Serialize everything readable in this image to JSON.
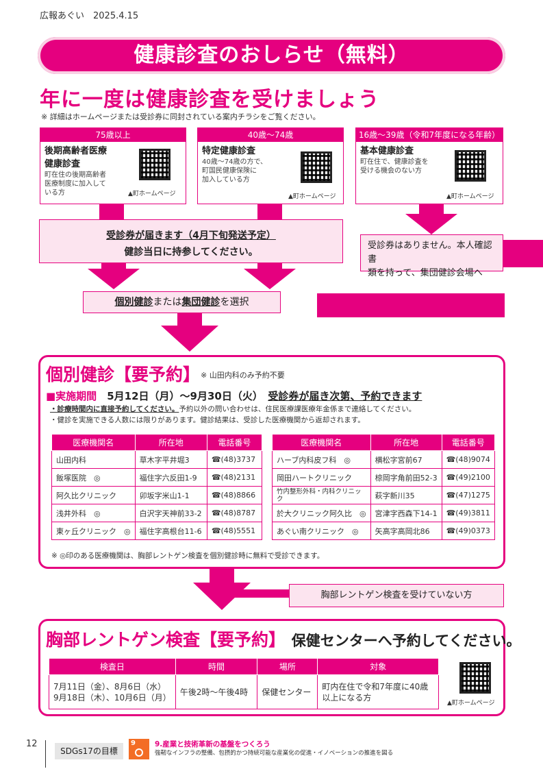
{
  "header": {
    "date": "広報あぐい　2025.4.15"
  },
  "title": "健康診査のおしらせ（無料）",
  "headline": "年に一度は健康診査を受けましょう",
  "note_top": "※ 詳細はホームページまたは受診券に同封されている案内チラシをご覧ください。",
  "age_groups": [
    {
      "head": "75歳以上",
      "title1": "後期高齢者医療",
      "title2": "健康診査",
      "desc": [
        "町在住の後期高齢者",
        "医療制度に加入して",
        "いる方"
      ],
      "qr_caption": "▲町ホームページ"
    },
    {
      "head": "40歳～74歳",
      "title1": "特定健康診査",
      "title2": "",
      "desc": [
        "40歳～74歳の方で、",
        "町国民健康保険に",
        "加入している方"
      ],
      "qr_caption": "▲町ホームページ"
    },
    {
      "head": "16歳～39歳（令和7年度になる年齢）",
      "title1": "基本健康診査",
      "title2": "",
      "desc": [
        "町在住で、健康診査を",
        "受ける機会のない方"
      ],
      "qr_caption": "▲町ホームページ"
    }
  ],
  "voucher": {
    "line1": "受診券が届きます（4月下旬発送予定）",
    "line2": "健診当日に持参してください。"
  },
  "no_voucher": {
    "line1": "受診券はありません。本人確認書",
    "line2": "類を持って、集団健診会場へ"
  },
  "choose": {
    "a": "個別健診",
    "mid": "または",
    "b": "集団健診",
    "end": "を選択"
  },
  "individual": {
    "title": "個別健診【要予約】",
    "title_note": "※ 山田内科のみ予約不要",
    "period_label": "■実施期間",
    "period": "5月12日（月）～9月30日（火）",
    "period_note": "受診券が届き次第、予約できます",
    "bullet1_u": "・診療時間内に直接予約してください。",
    "bullet1_rest": "予約以外の問い合わせは、住民医療課医療年金係まで連絡してください。",
    "bullet2": "・健診を実施できる人数には限りがあります。健診結果は、受診した医療機関から返却されます。",
    "headers": [
      "医療機関名",
      "所在地",
      "電話番号"
    ],
    "left_rows": [
      [
        "山田内科",
        "草木字平井堀3",
        "☎(48)3737"
      ],
      [
        "飯塚医院　◎",
        "福住字六反田1-9",
        "☎(48)2131"
      ],
      [
        "阿久比クリニック",
        "卯坂字米山1-1",
        "☎(48)8866"
      ],
      [
        "浅井外科　◎",
        "白沢字天神前33-2",
        "☎(48)8787"
      ],
      [
        "東ヶ丘クリニック　◎",
        "福住字高根台11-6",
        "☎(48)5551"
      ]
    ],
    "right_rows": [
      [
        "ハーブ内科皮フ科　◎",
        "横松字宮前67",
        "☎(48)9074"
      ],
      [
        "岡田ハートクリニック",
        "椋岡字角前田52-3",
        "☎(49)2100"
      ],
      [
        "竹内整形外科・内科クリニック",
        "萩字新川35",
        "☎(47)1275"
      ],
      [
        "於大クリニック阿久比　◎",
        "宮津字西森下14-1",
        "☎(49)3811"
      ],
      [
        "あぐい南クリニック　◎",
        "矢高字高岡北86",
        "☎(49)0373"
      ]
    ],
    "footnote": "※ ◎印のある医療機関は、胸部レントゲン検査を個別健診時に無料で受診できます。"
  },
  "xray_label": "胸部レントゲン検査を受けていない方",
  "xray": {
    "title": "胸部レントゲン検査【要予約】",
    "subtitle": "保健センターへ予約してください。",
    "headers": [
      "検査日",
      "時間",
      "場所",
      "対象"
    ],
    "dates1": "7月11日（金）、8月6日（水）",
    "dates2": "9月18日（木）、10月6日（月）",
    "time": "午後2時～午後4時",
    "place": "保健センター",
    "target1": "町内在住で令和7年度に40歳",
    "target2": "以上になる方",
    "qr_caption": "▲町ホームページ"
  },
  "footer": {
    "page": "12",
    "sdgs": "SDGs17の目標",
    "goal_title": "9.産業と技術革新の基盤をつくろう",
    "goal_desc": "強靭なインフラの整備、包摂的かつ持続可能な産業化の促進・イノベーションの推進を図る"
  }
}
